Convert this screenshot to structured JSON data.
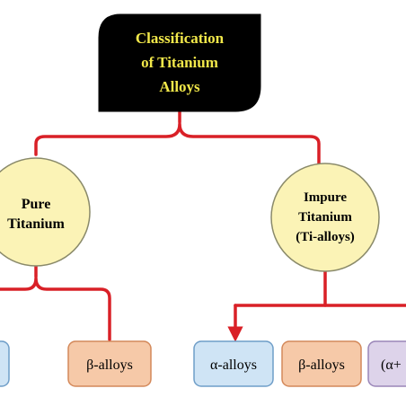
{
  "root": {
    "lines": [
      "Classification",
      "of Titanium",
      "Alloys"
    ],
    "fill": "#000000",
    "text_color": "#f2e84a"
  },
  "nodes": {
    "pure": {
      "lines": [
        "Pure",
        "Titanium"
      ]
    },
    "impure": {
      "lines": [
        "Impure",
        "Titanium",
        "(Ti-alloys)"
      ]
    }
  },
  "leaves": {
    "pure_beta": "β-alloys",
    "impure_alpha": "α-alloys",
    "impure_beta": "β-alloys",
    "impure_alpha_beta": "(α+"
  },
  "colors": {
    "connector": "#d92027",
    "circle_fill": "#fbf3b6",
    "circle_stroke": "#8a8a6a",
    "alpha_fill": "#cfe4f5",
    "alpha_stroke": "#6f9ec8",
    "beta_fill": "#f6c9a8",
    "beta_stroke": "#d4895a",
    "alpha_beta_fill": "#ddd3ea",
    "alpha_beta_stroke": "#9a86b8"
  }
}
